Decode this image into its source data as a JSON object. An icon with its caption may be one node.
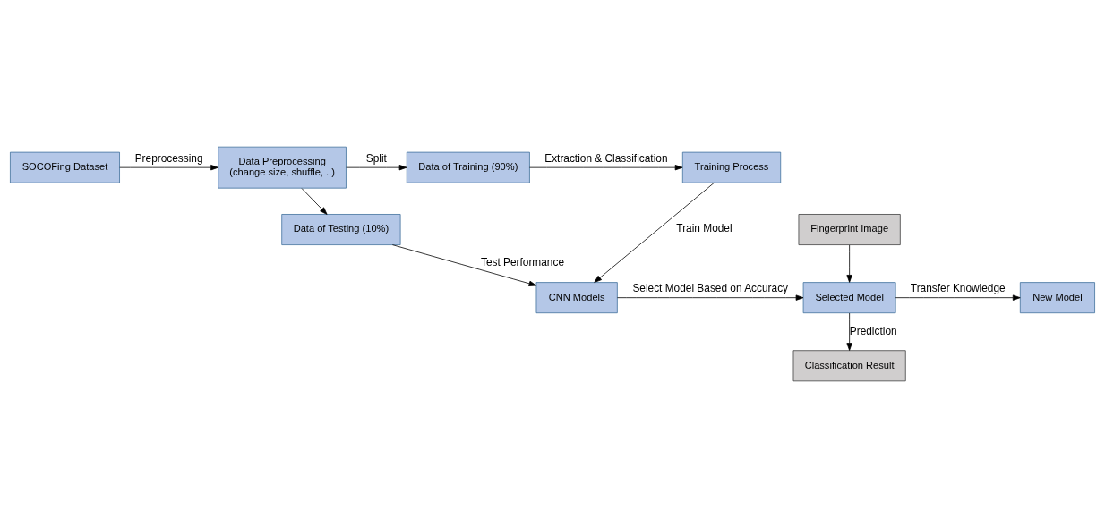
{
  "diagram": {
    "nodes": [
      {
        "text": [
          "SOCOFing Dataset"
        ]
      },
      {
        "text": [
          "Data Preprocessing",
          "(change size, shuffle, ..)"
        ]
      },
      {
        "text": [
          "Data of Training (90%)"
        ]
      },
      {
        "text": [
          "Training Process"
        ]
      },
      {
        "text": [
          "Data of Testing (10%)"
        ]
      },
      {
        "text": [
          "Fingerprint Image"
        ]
      },
      {
        "text": [
          "New Model"
        ]
      },
      {
        "text": [
          "Selected Model"
        ]
      },
      {
        "text": [
          "CNN Models"
        ]
      },
      {
        "text": [
          "Classification Result"
        ]
      }
    ],
    "edges": [
      {
        "from": 0,
        "to": 1,
        "arrow": "to",
        "label": "Preprocessing"
      },
      {
        "from": 1,
        "to": 2,
        "arrow": "to",
        "label": "Split"
      },
      {
        "from": 1,
        "to": 4,
        "arrow": "to"
      },
      {
        "from": 2,
        "to": 3,
        "arrow": "to",
        "label": "Extraction & Classification"
      },
      {
        "from": 4,
        "to": 8,
        "arrow": "to",
        "label": "Test Performance"
      },
      {
        "from": 3,
        "to": 8,
        "arrow": "to",
        "label": "Train Model"
      },
      {
        "from": 5,
        "to": 7,
        "arrow": "to"
      },
      {
        "from": 8,
        "to": 7,
        "arrow": "to",
        "label": "Select Model Based on Accuracy"
      },
      {
        "from": 7,
        "to": 6,
        "arrow": "to",
        "label": "Transfer Knowledge"
      },
      {
        "from": 7,
        "to": 9,
        "arrow": "to",
        "label": "Prediction"
      }
    ]
  }
}
